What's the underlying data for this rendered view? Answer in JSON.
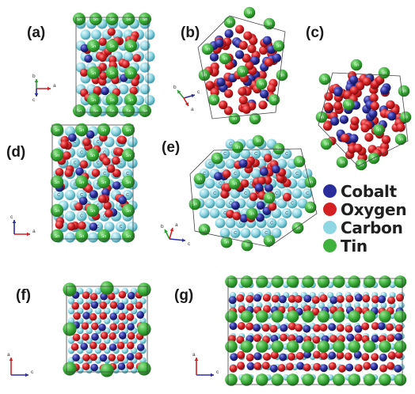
{
  "panels": [
    {
      "id": "a",
      "label": "(a)"
    },
    {
      "id": "b",
      "label": "(b)"
    },
    {
      "id": "c",
      "label": "(c)"
    },
    {
      "id": "d",
      "label": "(d)"
    },
    {
      "id": "e",
      "label": "(e)"
    },
    {
      "id": "f",
      "label": "(f)"
    },
    {
      "id": "g",
      "label": "(g)"
    }
  ],
  "legend": [
    {
      "name": "Cobalt",
      "color": "#2b2e9a"
    },
    {
      "name": "Oxygen",
      "color": "#d41f23"
    },
    {
      "name": "Carbon",
      "color": "#8fd7e3"
    },
    {
      "name": "Tin",
      "color": "#3fb13d"
    }
  ],
  "atom_text": {
    "tin": "Sn",
    "carbon": "C"
  },
  "axis_text": {
    "a": "a",
    "b": "b",
    "c": "c"
  },
  "colors": {
    "tin": "#3fb13d",
    "tin_dark": "#2a8a29",
    "oxygen": "#d41f23",
    "oxygen_dark": "#8f1014",
    "cobalt": "#2b2e9a",
    "cobalt_dark": "#15175e",
    "carbon": "#8fd7e3",
    "carbon_dark": "#4fa9b8",
    "axis_a": "#d41f23",
    "axis_b": "#2e9b35",
    "axis_c": "#2b2e9a"
  }
}
